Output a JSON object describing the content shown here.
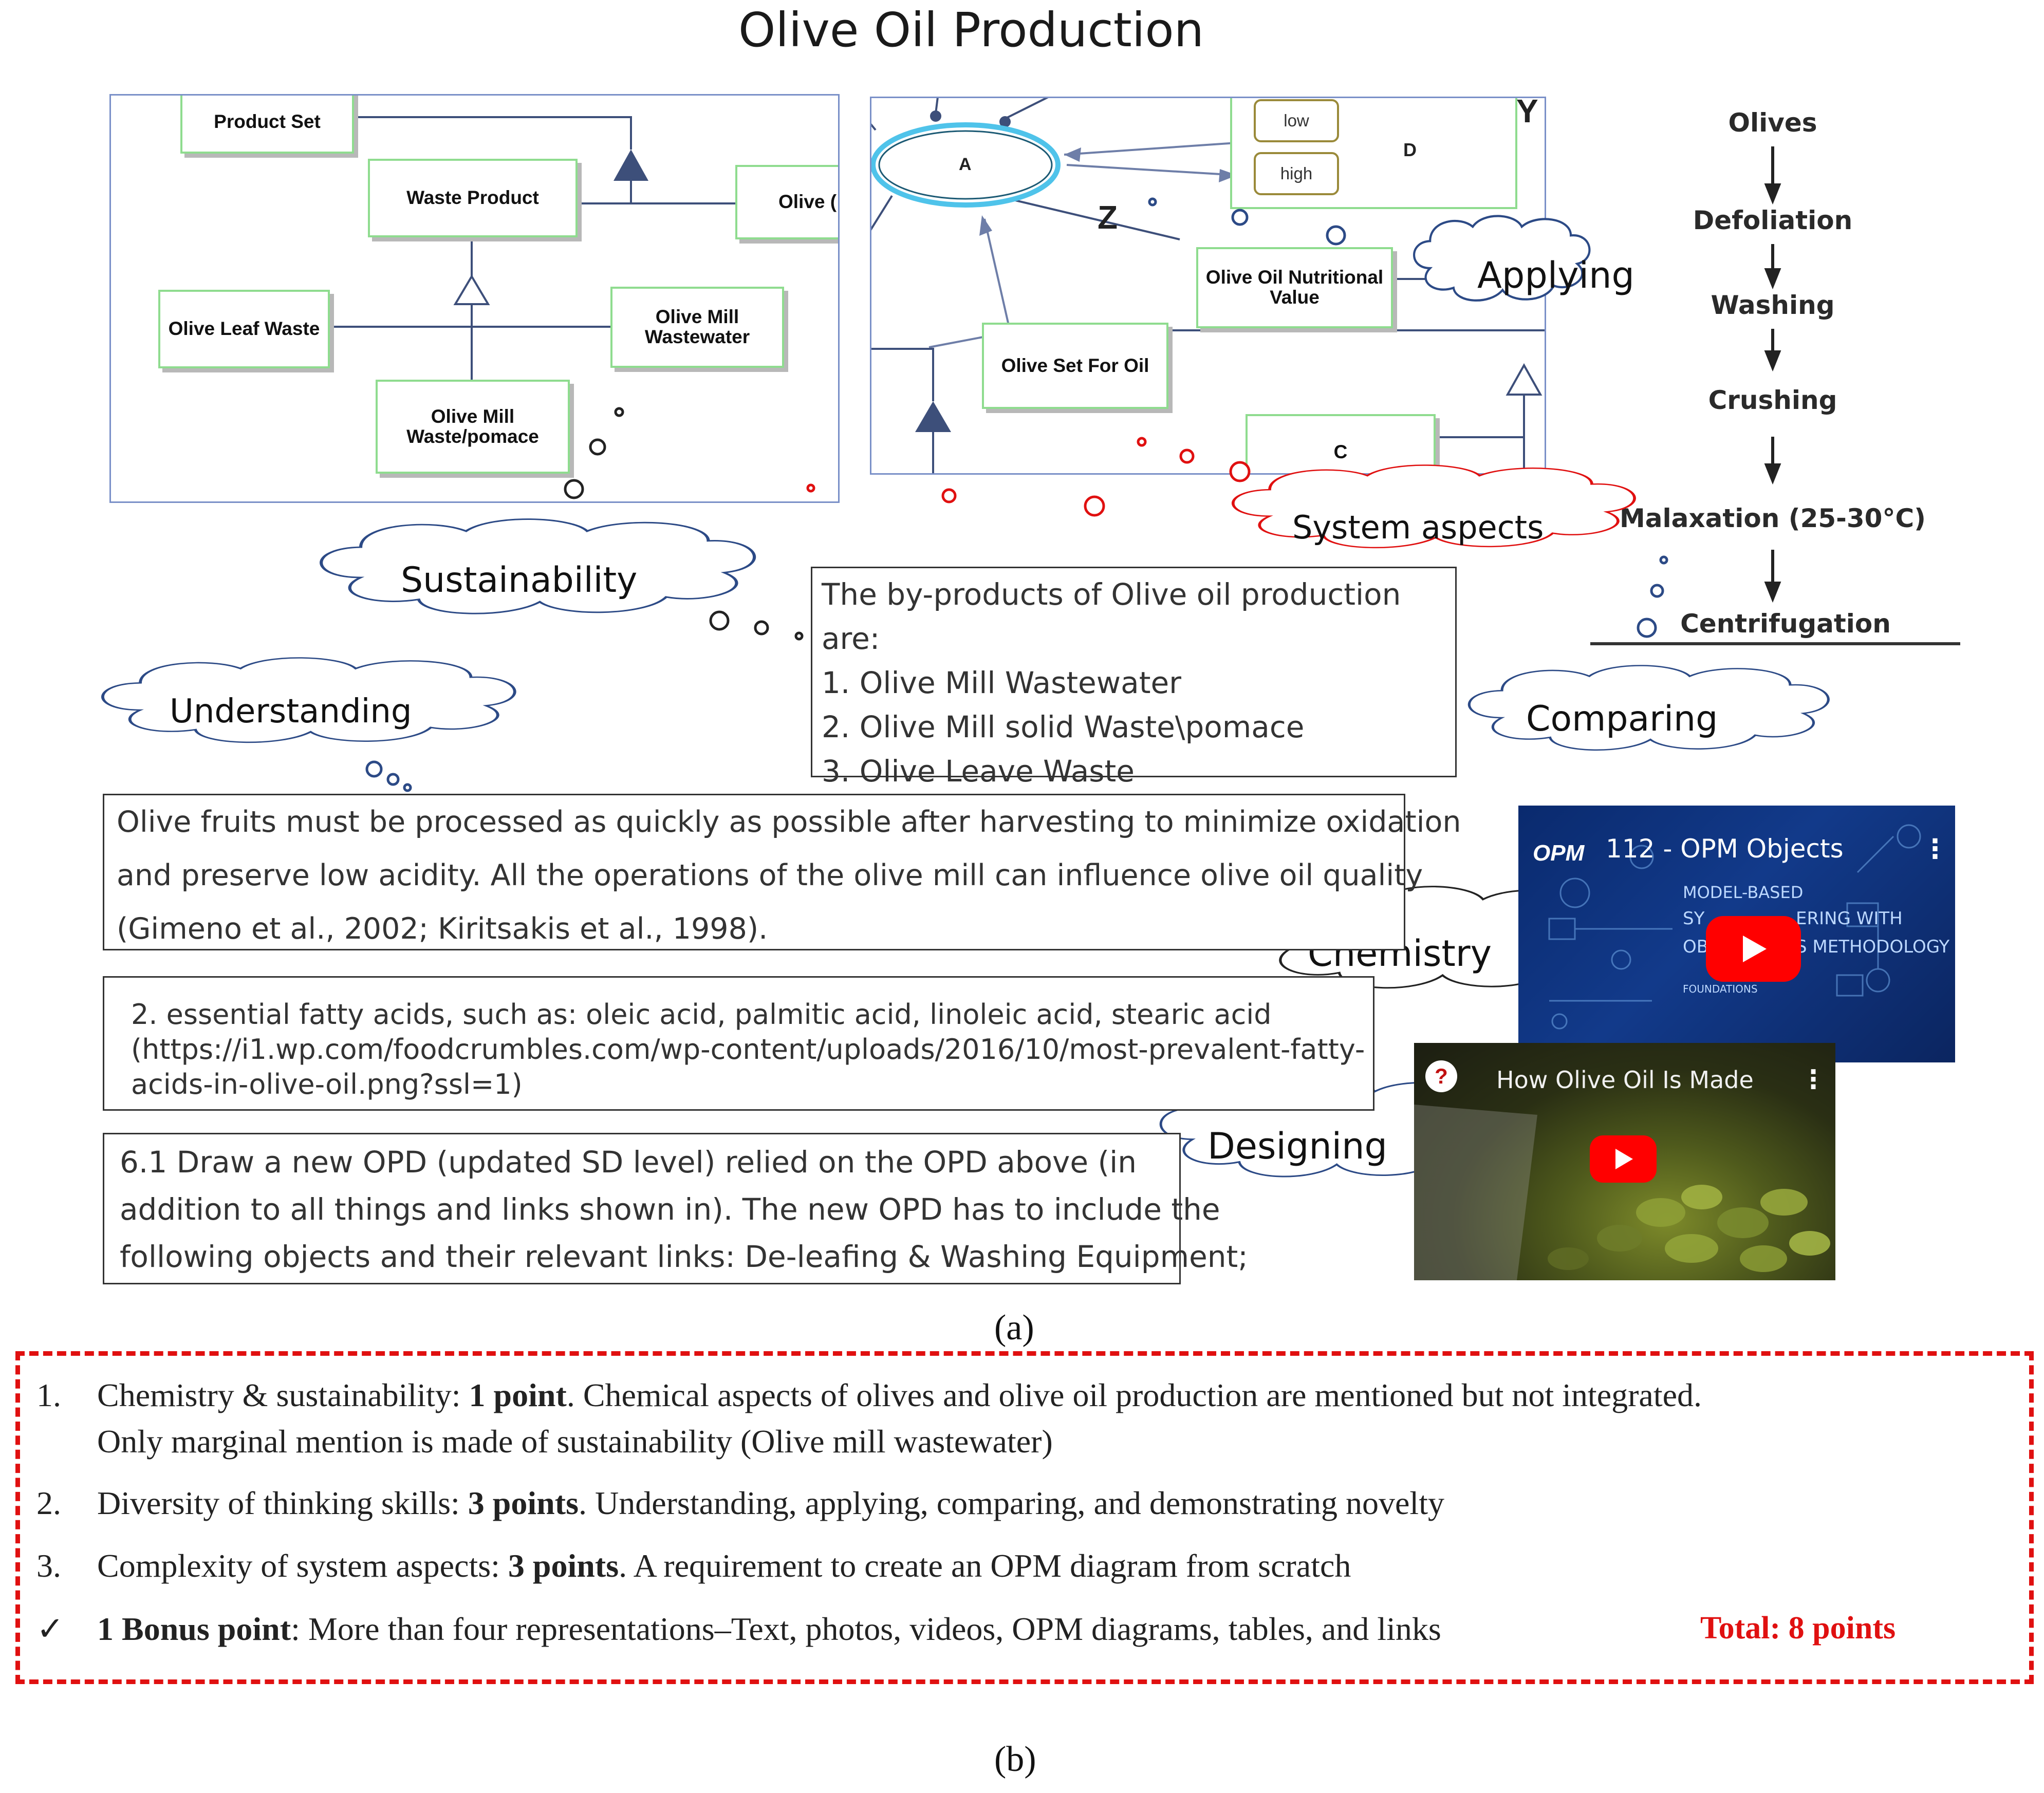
{
  "title": "Olive Oil Production",
  "opm_left": {
    "product_set": "Product Set",
    "waste_product": "Waste Product",
    "olive_partial": "Olive (",
    "olive_leaf_waste": "Olive Leaf Waste",
    "olive_mill_wastewater": "Olive Mill Wastewater",
    "olive_mill_pomace": "Olive Mill Waste/pomace"
  },
  "opm_right": {
    "process_a": "A",
    "state_low": "low",
    "state_high": "high",
    "object_d": "D",
    "label_y": "Y",
    "label_z": "Z",
    "nutritional": "Olive Oil Nutritional Value",
    "olive_set_for_oil": "Olive Set For Oil",
    "object_c": "C"
  },
  "process_flow": [
    "Olives",
    "Defoliation",
    "Washing",
    "Crushing",
    "Malaxation (25-30°C)",
    "Centrifugation"
  ],
  "clouds": {
    "applying": "Applying",
    "system_aspects": "System aspects",
    "sustainability": "Sustainability",
    "understanding": "Understanding",
    "comparing": "Comparing",
    "chemistry": "Chemistry",
    "designing": "Designing"
  },
  "byproducts": {
    "heading": "The by-products of Olive oil production are:",
    "items": [
      "1. Olive Mill Wastewater",
      "2. Olive Mill solid Waste\\pomace",
      "3. Olive Leave Waste"
    ]
  },
  "olive_fruit_text": {
    "line1": "Olive fruits must be processed as quickly as possible after harvesting to minimize oxidation",
    "line2": "and preserve low acidity. All the operations of the olive mill can influence olive oil quality",
    "line3": "(Gimeno et al., 2002; Kiritsakis et al., 1998)."
  },
  "fatty_acids": {
    "line1": "2. essential fatty acids, such as: oleic acid, palmitic acid, linoleic acid, stearic acid",
    "line2": "(https://i1.wp.com/foodcrumbles.com/wp-content/uploads/2016/10/most-prevalent-fatty-",
    "line3": "acids-in-olive-oil.png?ssl=1)"
  },
  "task_text": {
    "line1": "6.1 Draw a new OPD (updated SD level) relied on the OPD above (in",
    "line2": "addition to all things and links shown in). The new OPD has to include the",
    "line3": "following objects and their relevant links: De-leafing & Washing Equipment;"
  },
  "video1": {
    "logo": "OPM",
    "title": "112 - OPM Objects",
    "bg_line1": "MODEL-BASED",
    "bg_line2a": "SY",
    "bg_line2b": "ERING WITH",
    "bg_line3a": "OB",
    "bg_line3b": "S METHODOLOGY",
    "bg_line4": "FOUNDATIONS",
    "menu": "⋮"
  },
  "video2": {
    "channel_icon": "?",
    "title": "How Olive Oil Is Made",
    "menu": "⋮"
  },
  "caption_a": "(a)",
  "caption_b": "(b)",
  "rubric": {
    "item1": {
      "num": "1.",
      "pre": "Chemistry & sustainability: ",
      "bold": "1 point",
      "post": ". Chemical aspects of olives and olive oil production are mentioned but not integrated.",
      "line2": "Only marginal mention is made of sustainability (Olive mill wastewater)"
    },
    "item2": {
      "num": "2.",
      "pre": "Diversity of thinking skills: ",
      "bold": "3 points",
      "post": ". Understanding, applying, comparing, and demonstrating novelty"
    },
    "item3": {
      "num": "3.",
      "pre": "Complexity of system aspects: ",
      "bold": "3 points",
      "post": ". A requirement to create an OPM diagram from scratch"
    },
    "item4": {
      "num": "✓",
      "bold": "1 Bonus point",
      "post": ": More than four representations–Text, photos, videos, OPM diagrams, tables, and links",
      "total": "Total: 8 points"
    }
  },
  "colors": {
    "panel_border": "#7a90c8",
    "opm_object_border": "#8fdc8f",
    "structure_link": "#3d4f7a",
    "process_ellipse": "#4fc3ea",
    "rubric_red": "#e01010",
    "youtube_red": "#ff0000"
  },
  "icons": {
    "arrow": "down-arrow-icon",
    "play": "play-button-icon",
    "check": "check-mark-icon"
  }
}
